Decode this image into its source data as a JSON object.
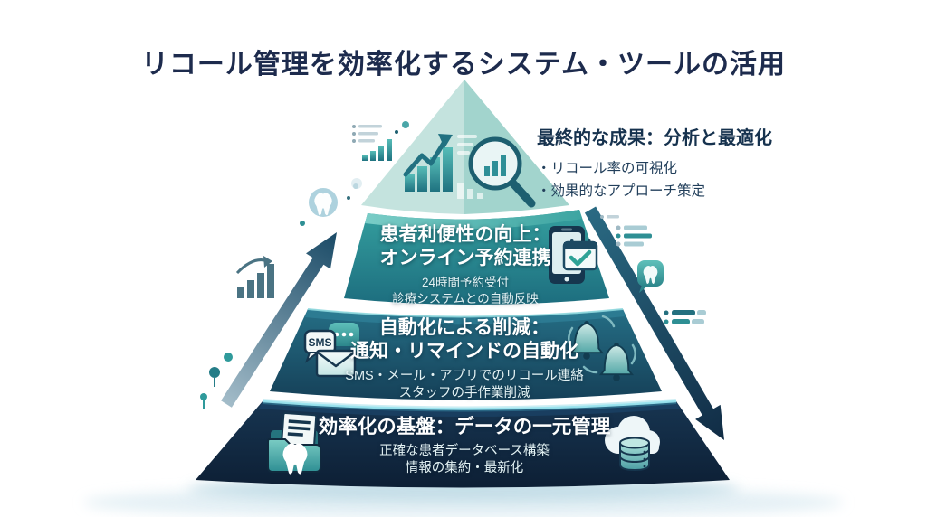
{
  "title": "リコール管理を効率化するシステム・ツールの活用",
  "apex": {
    "heading": "最終的な成果：分析と最適化",
    "bullet1": "・リコール率の可視化",
    "bullet2": "・効果的なアプローチ策定"
  },
  "levels": [
    {
      "heading1": "患者利便性の向上：",
      "heading2": "オンライン予約連携",
      "sub1": "24時間予約受付",
      "sub2": "診療システムとの自動反映"
    },
    {
      "heading1": "自動化による削減：",
      "heading2": "通知・リマインドの自動化",
      "sub1": "SMS・メール・アプリでのリコール連絡",
      "sub2": "スタッフの手作業削減"
    },
    {
      "heading1": "効率化の基盤：データの一元管理",
      "sub1": "正確な患者データベース構築",
      "sub2": "情報の集約・最新化"
    }
  ],
  "icons": {
    "sms_label": "SMS",
    "names": [
      "analytics-chart-icon",
      "magnifier-chart-icon",
      "tooth-circle-icon",
      "list-bars-icon",
      "growth-bars-icon",
      "dots-decoration",
      "phone-calendar-icon",
      "tooth-bubble-icon",
      "list-rows-icon",
      "sms-bubble-icon",
      "chat-bubble-icon",
      "envelope-icon",
      "bell-icon",
      "folder-tooth-icon",
      "cloud-database-icon",
      "up-arrow",
      "down-arrow"
    ]
  },
  "colors": {
    "title_navy": "#1d2b4d",
    "level1_left_face": "#c4e3de",
    "level1_right_face": "#a2d4cd",
    "level2_top": "#35a09f",
    "level2_bottom": "#1d6e7f",
    "level3_top": "#256e85",
    "level3_bottom": "#143c54",
    "level4_top": "#173551",
    "level4_bottom": "#0c1d32",
    "highlight_cyan": "#9ae4ee",
    "accent_teal": "#2f9a9b",
    "background": "#ffffff"
  }
}
